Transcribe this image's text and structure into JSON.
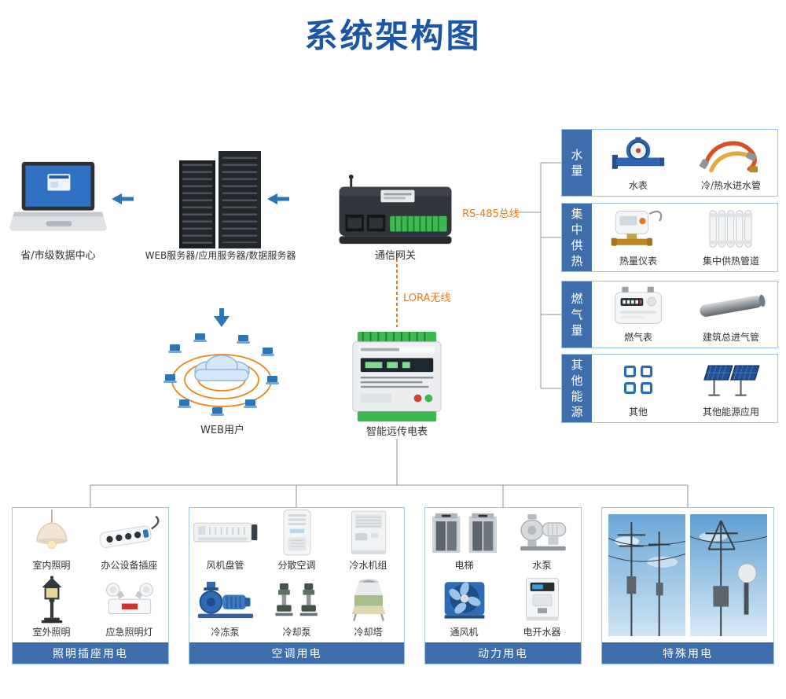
{
  "title": "系统架构图",
  "flow": {
    "datacenter": {
      "label": "省/市级数据中心",
      "icon": "laptop-icon"
    },
    "servers": {
      "label": "WEB服务器/应用服务器/数据服务器",
      "icon": "server-towers-icon"
    },
    "gateway": {
      "label": "通信网关",
      "icon": "gateway-icon"
    },
    "web_users": {
      "label": "WEB用户",
      "icon": "cloud-network-icon"
    },
    "meter": {
      "label": "智能远传电表",
      "icon": "energy-meter-icon"
    },
    "rs485_bus": "RS-485总线",
    "lora_wireless": "LORA无线"
  },
  "right_panel": {
    "groups": [
      {
        "category": "水量",
        "items": [
          {
            "label": "水表",
            "icon": "water-meter-icon"
          },
          {
            "label": "冷/热水进水管",
            "icon": "water-hoses-icon"
          }
        ]
      },
      {
        "category": "集中供热",
        "items": [
          {
            "label": "热量仪表",
            "icon": "heat-meter-icon"
          },
          {
            "label": "集中供热管道",
            "icon": "radiator-icon"
          }
        ]
      },
      {
        "category": "燃气量",
        "items": [
          {
            "label": "燃气表",
            "icon": "gas-meter-icon"
          },
          {
            "label": "建筑总进气管",
            "icon": "gas-pipe-icon"
          }
        ]
      },
      {
        "category": "其他能源",
        "items": [
          {
            "label": "其他",
            "icon": "other-squares-icon"
          },
          {
            "label": "其他能源应用",
            "icon": "solar-panels-icon"
          }
        ]
      }
    ]
  },
  "bottom_panels": [
    {
      "title": "照明插座用电",
      "items": [
        {
          "label": "室内照明",
          "icon": "pendant-lamp-icon"
        },
        {
          "label": "办公设备插座",
          "icon": "power-strip-icon"
        },
        {
          "label": "室外照明",
          "icon": "garden-lamp-icon"
        },
        {
          "label": "应急照明灯",
          "icon": "emergency-light-icon"
        }
      ]
    },
    {
      "title": "空调用电",
      "items": [
        {
          "label": "风机盘管",
          "icon": "fan-coil-icon"
        },
        {
          "label": "分散空调",
          "icon": "portable-ac-icon"
        },
        {
          "label": "冷水机组",
          "icon": "chiller-icon"
        },
        {
          "label": "冷冻泵",
          "icon": "chilled-pump-icon"
        },
        {
          "label": "冷却泵",
          "icon": "cooling-pump-icon"
        },
        {
          "label": "冷却塔",
          "icon": "cooling-tower-icon"
        }
      ]
    },
    {
      "title": "动力用电",
      "items": [
        {
          "label": "电梯",
          "icon": "elevator-icon"
        },
        {
          "label": "水泵",
          "icon": "water-pump-icon"
        },
        {
          "label": "通风机",
          "icon": "ventilation-fan-icon"
        },
        {
          "label": "电开水器",
          "icon": "water-boiler-icon"
        }
      ]
    },
    {
      "title": "特殊用电",
      "items": [
        {
          "icon": "power-lines-photo"
        },
        {
          "icon": "comm-tower-photo"
        }
      ]
    }
  ],
  "colors": {
    "title_blue": "#1a55a6",
    "panel_blue": "#3e6dab",
    "border_blue": "#9cc2e5",
    "line_gray": "#8f8f8f",
    "accent_orange": "#e87b1e",
    "arrow_blue": "#2e75b6"
  }
}
